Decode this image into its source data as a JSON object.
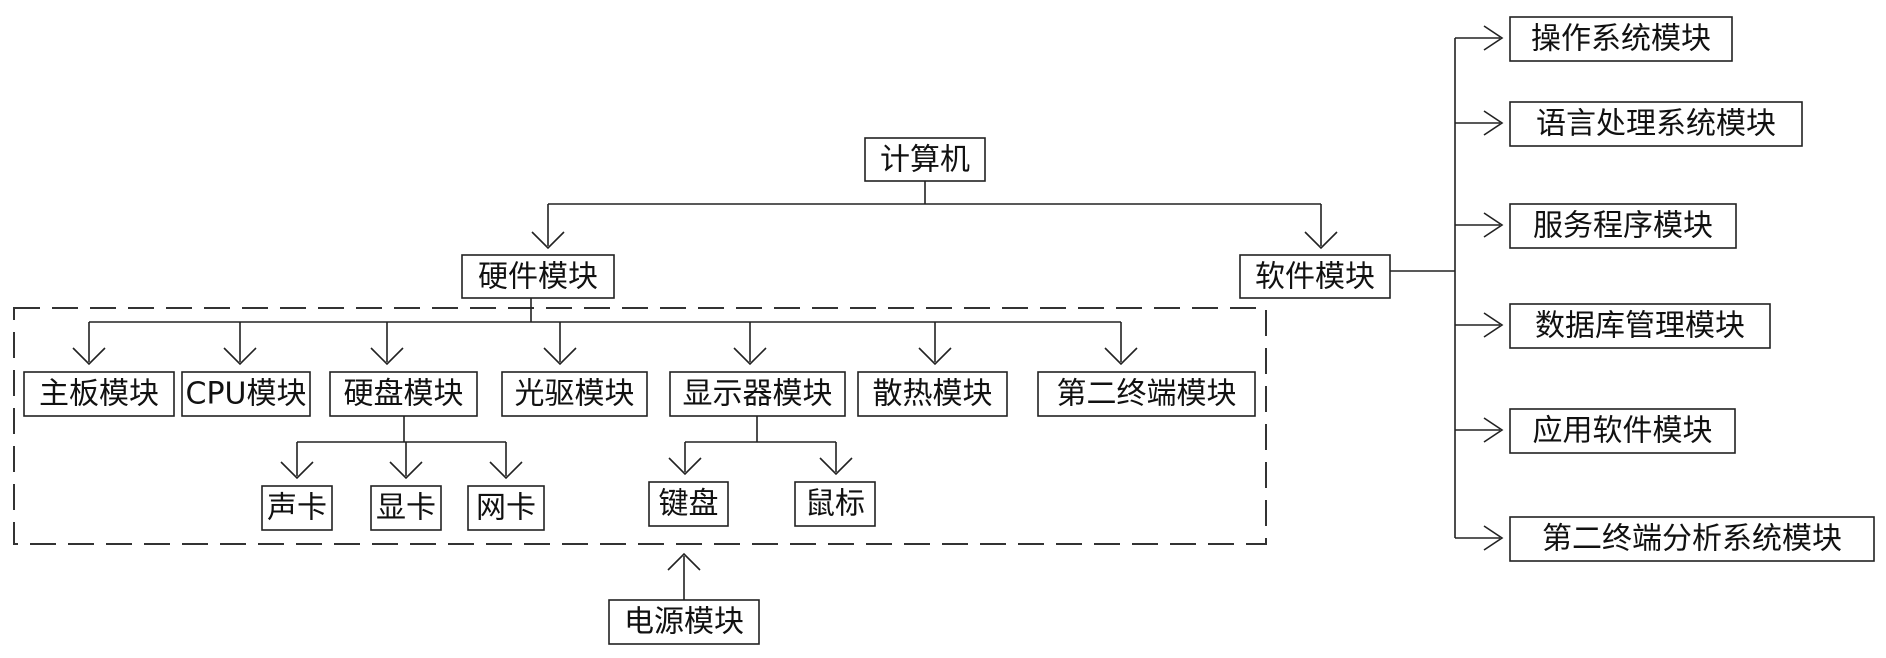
{
  "root": {
    "label": "计算机"
  },
  "hardware": {
    "label": "硬件模块"
  },
  "software": {
    "label": "软件模块"
  },
  "power": {
    "label": "电源模块"
  },
  "hardware_modules": [
    {
      "id": "motherboard",
      "label": "主板模块"
    },
    {
      "id": "cpu",
      "label": "CPU模块"
    },
    {
      "id": "harddisk",
      "label": "硬盘模块"
    },
    {
      "id": "optical",
      "label": "光驱模块"
    },
    {
      "id": "display",
      "label": "显示器模块"
    },
    {
      "id": "cooling",
      "label": "散热模块"
    },
    {
      "id": "terminal2",
      "label": "第二终端模块"
    }
  ],
  "harddisk_children": [
    {
      "id": "soundcard",
      "label": "声卡"
    },
    {
      "id": "graphicscard",
      "label": "显卡"
    },
    {
      "id": "networkcard",
      "label": "网卡"
    }
  ],
  "display_children": [
    {
      "id": "keyboard",
      "label": "键盘"
    },
    {
      "id": "mouse",
      "label": "鼠标"
    }
  ],
  "software_modules": [
    {
      "id": "os",
      "label": "操作系统模块"
    },
    {
      "id": "language",
      "label": "语言处理系统模块"
    },
    {
      "id": "service",
      "label": "服务程序模块"
    },
    {
      "id": "database",
      "label": "数据库管理模块"
    },
    {
      "id": "application",
      "label": "应用软件模块"
    },
    {
      "id": "terminal2-analysis",
      "label": "第二终端分析系统模块"
    }
  ]
}
